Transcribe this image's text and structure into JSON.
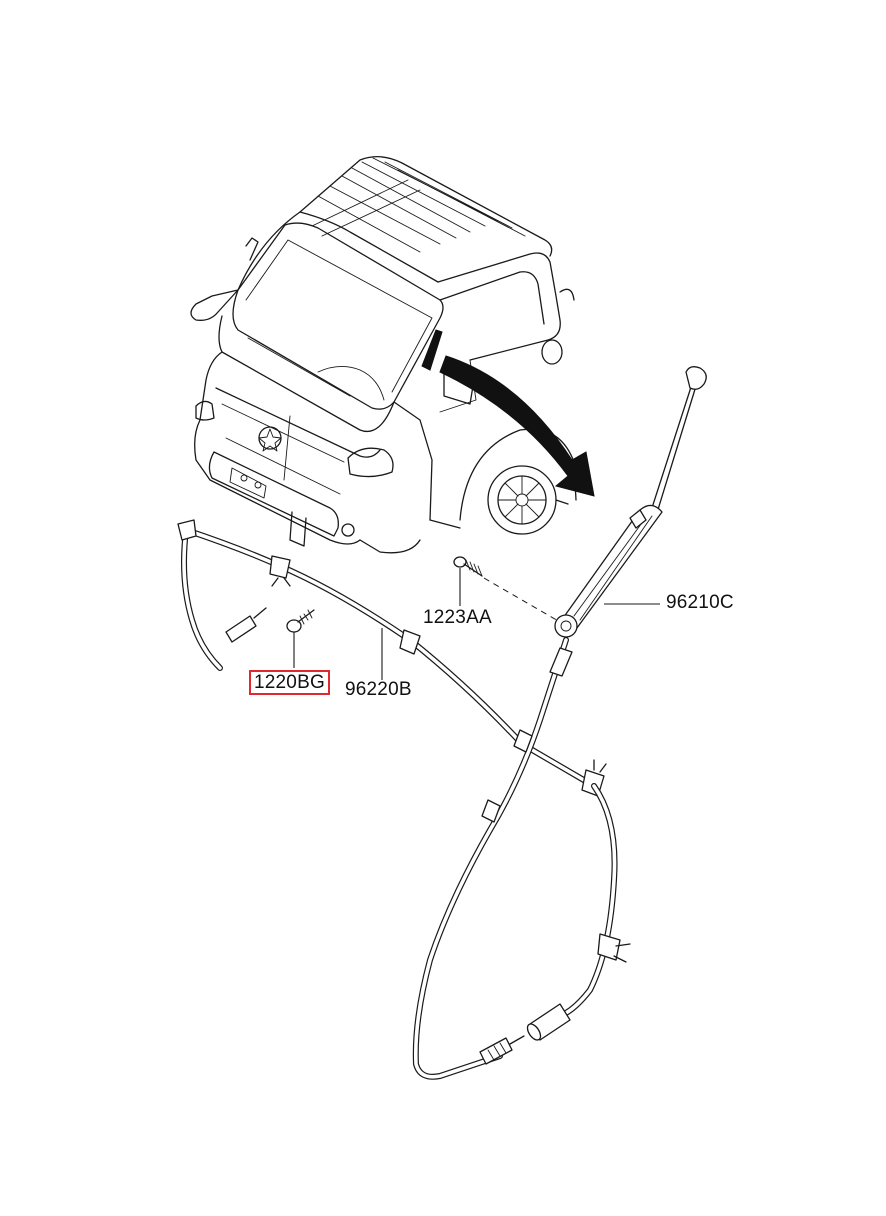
{
  "diagram": {
    "parts": [
      {
        "id": "p1220bg",
        "label": "1220BG",
        "highlighted": true,
        "description": "screw"
      },
      {
        "id": "p96220b",
        "label": "96220B",
        "highlighted": false,
        "description": "antenna feeder cable"
      },
      {
        "id": "p1223aa",
        "label": "1223AA",
        "highlighted": false,
        "description": "screw"
      },
      {
        "id": "p96210c",
        "label": "96210C",
        "highlighted": false,
        "description": "pillar antenna"
      }
    ],
    "highlight_color": "#e0282e",
    "line_color": "#1a1a1a",
    "background": "#ffffff"
  }
}
